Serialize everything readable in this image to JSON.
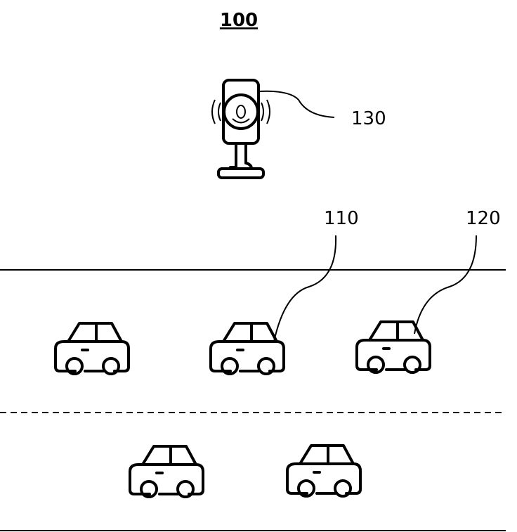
{
  "figure": {
    "title": "100",
    "labels": {
      "sensor": "130",
      "vehicle_a": "110",
      "vehicle_b": "120"
    }
  },
  "icons": {
    "sensor": "roadside-sensor-icon",
    "vehicle": "car-icon"
  }
}
